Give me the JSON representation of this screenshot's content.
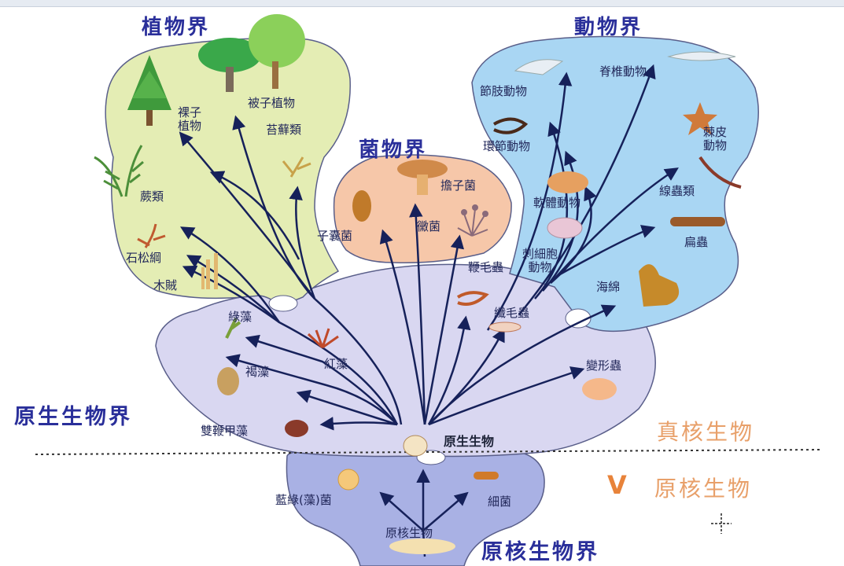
{
  "kingdoms": {
    "plant": "植物界",
    "animal": "動物界",
    "fungi": "菌物界",
    "protist": "原生生物界",
    "monera": "原核生物界"
  },
  "groups": {
    "eukaryote": "真核生物",
    "prokaryote_check": "V",
    "prokaryote": "原核生物"
  },
  "plant_labels": {
    "gymnosperm": "裸子\n植物",
    "angiosperm": "被子植物",
    "moss": "苔蘚類",
    "fern": "蕨類",
    "lycopod": "石松綱",
    "horsetail": "木賊"
  },
  "fungi_labels": {
    "basidio": "擔子菌",
    "ascomycete": "子囊菌",
    "mold": "黴菌"
  },
  "animal_labels": {
    "arthropod": "節肢動物",
    "vertebrate": "脊椎動物",
    "annelid": "環節動物",
    "echinoderm": "棘皮\n動物",
    "mollusk": "軟體動物",
    "nematode": "線蟲類",
    "cnidarian": "刺細胞\n動物",
    "flatworm": "扁蟲",
    "sponge": "海綿"
  },
  "protist_labels": {
    "green_algae": "綠藻",
    "red_algae": "紅藻",
    "brown_algae": "褐藻",
    "dinoflagellate": "雙鞭甲藻",
    "flagellate": "鞭毛蟲",
    "ciliate": "纖毛蟲",
    "amoeba": "變形蟲",
    "protist_root": "原生生物"
  },
  "monera_labels": {
    "cyanobacteria": "藍綠(藻)菌",
    "bacteria": "細菌",
    "prokaryote_root": "原核生物"
  },
  "colors": {
    "plant_fill": "#e4edb4",
    "animal_fill": "#a9d6f3",
    "fungi_fill": "#f6c7a9",
    "protist_fill": "#d9d7f1",
    "monera_fill": "#a9b1e4",
    "arrow": "#16215a",
    "kingdom_text": "#2a2f9a",
    "orange_text": "#e8a06a"
  }
}
